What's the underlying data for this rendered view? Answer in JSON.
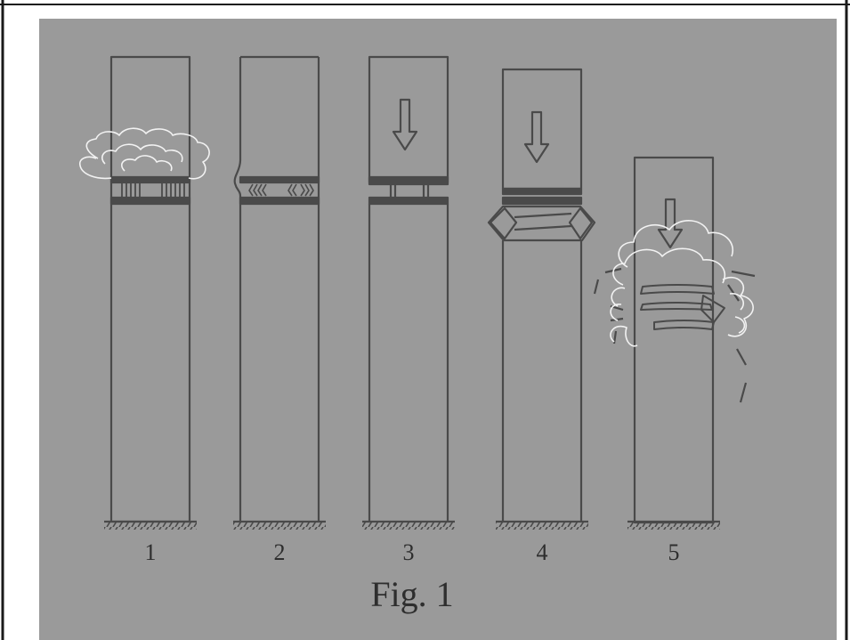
{
  "figure": {
    "caption": "Fig. 1",
    "stages": [
      {
        "label": "1",
        "description_icon": "smoke-cloud-icon"
      },
      {
        "label": "2",
        "description_icon": "buckled-column-icon"
      },
      {
        "label": "3",
        "description_icon": "down-arrow-icon"
      },
      {
        "label": "4",
        "description_icon": "down-arrow-icon"
      },
      {
        "label": "5",
        "description_icon": "down-arrow-icon"
      }
    ]
  },
  "colors": {
    "background": "#9a9a9a",
    "line": "#4a4a4a",
    "cloud": "#f2f2f2",
    "frame": "#1a1a1a"
  }
}
